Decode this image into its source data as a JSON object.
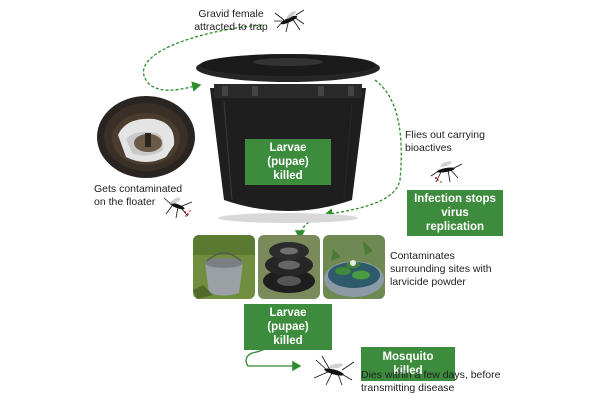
{
  "captions": {
    "gravid": [
      "Gravid female",
      "attracted to trap"
    ],
    "contaminated": [
      "Gets contaminated",
      "on the floater"
    ],
    "flies_out": [
      "Flies out carrying",
      "bioactives"
    ],
    "contaminates": [
      "Contaminates",
      "surrounding sites with",
      "larvicide powder"
    ],
    "dies": [
      "Dies within a few days, before",
      "transmitting disease"
    ]
  },
  "boxes": {
    "larvae_pot": [
      "Larvae (pupae)",
      "killed"
    ],
    "infection": [
      "Infection stops",
      "virus replication"
    ],
    "larvae_sites": [
      "Larvae (pupae)",
      "killed"
    ],
    "mosquito_killed": "Mosquito killed"
  },
  "icons": [
    "mosquito-icon",
    "dashed-arrow",
    "solid-arrow"
  ],
  "colors": {
    "accent_green": "#3d8b3d",
    "arrow_green": "#2e8b2e",
    "pot_black": "#1c1c1c"
  }
}
